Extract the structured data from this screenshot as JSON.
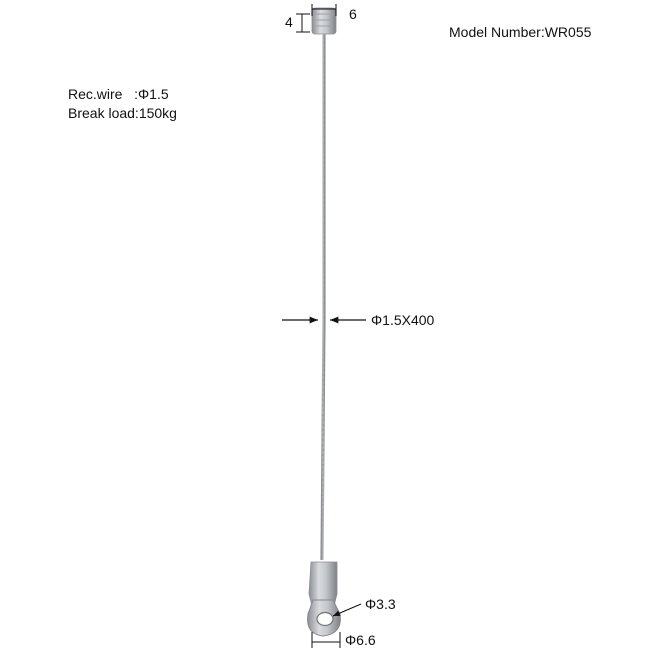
{
  "specs": {
    "model_number": "Model Number:WR055",
    "rec_wire": "Rec.wire   :Φ1.5",
    "break_load": "Break load:150kg"
  },
  "dimensions": {
    "top_width": "6",
    "top_height": "4",
    "wire": "Φ1.5X400",
    "hole": "Φ3.3",
    "eye": "Φ6.6"
  },
  "colors": {
    "metal": "#b9bcc0",
    "metal_dark": "#7d8085",
    "line": "#111111"
  }
}
